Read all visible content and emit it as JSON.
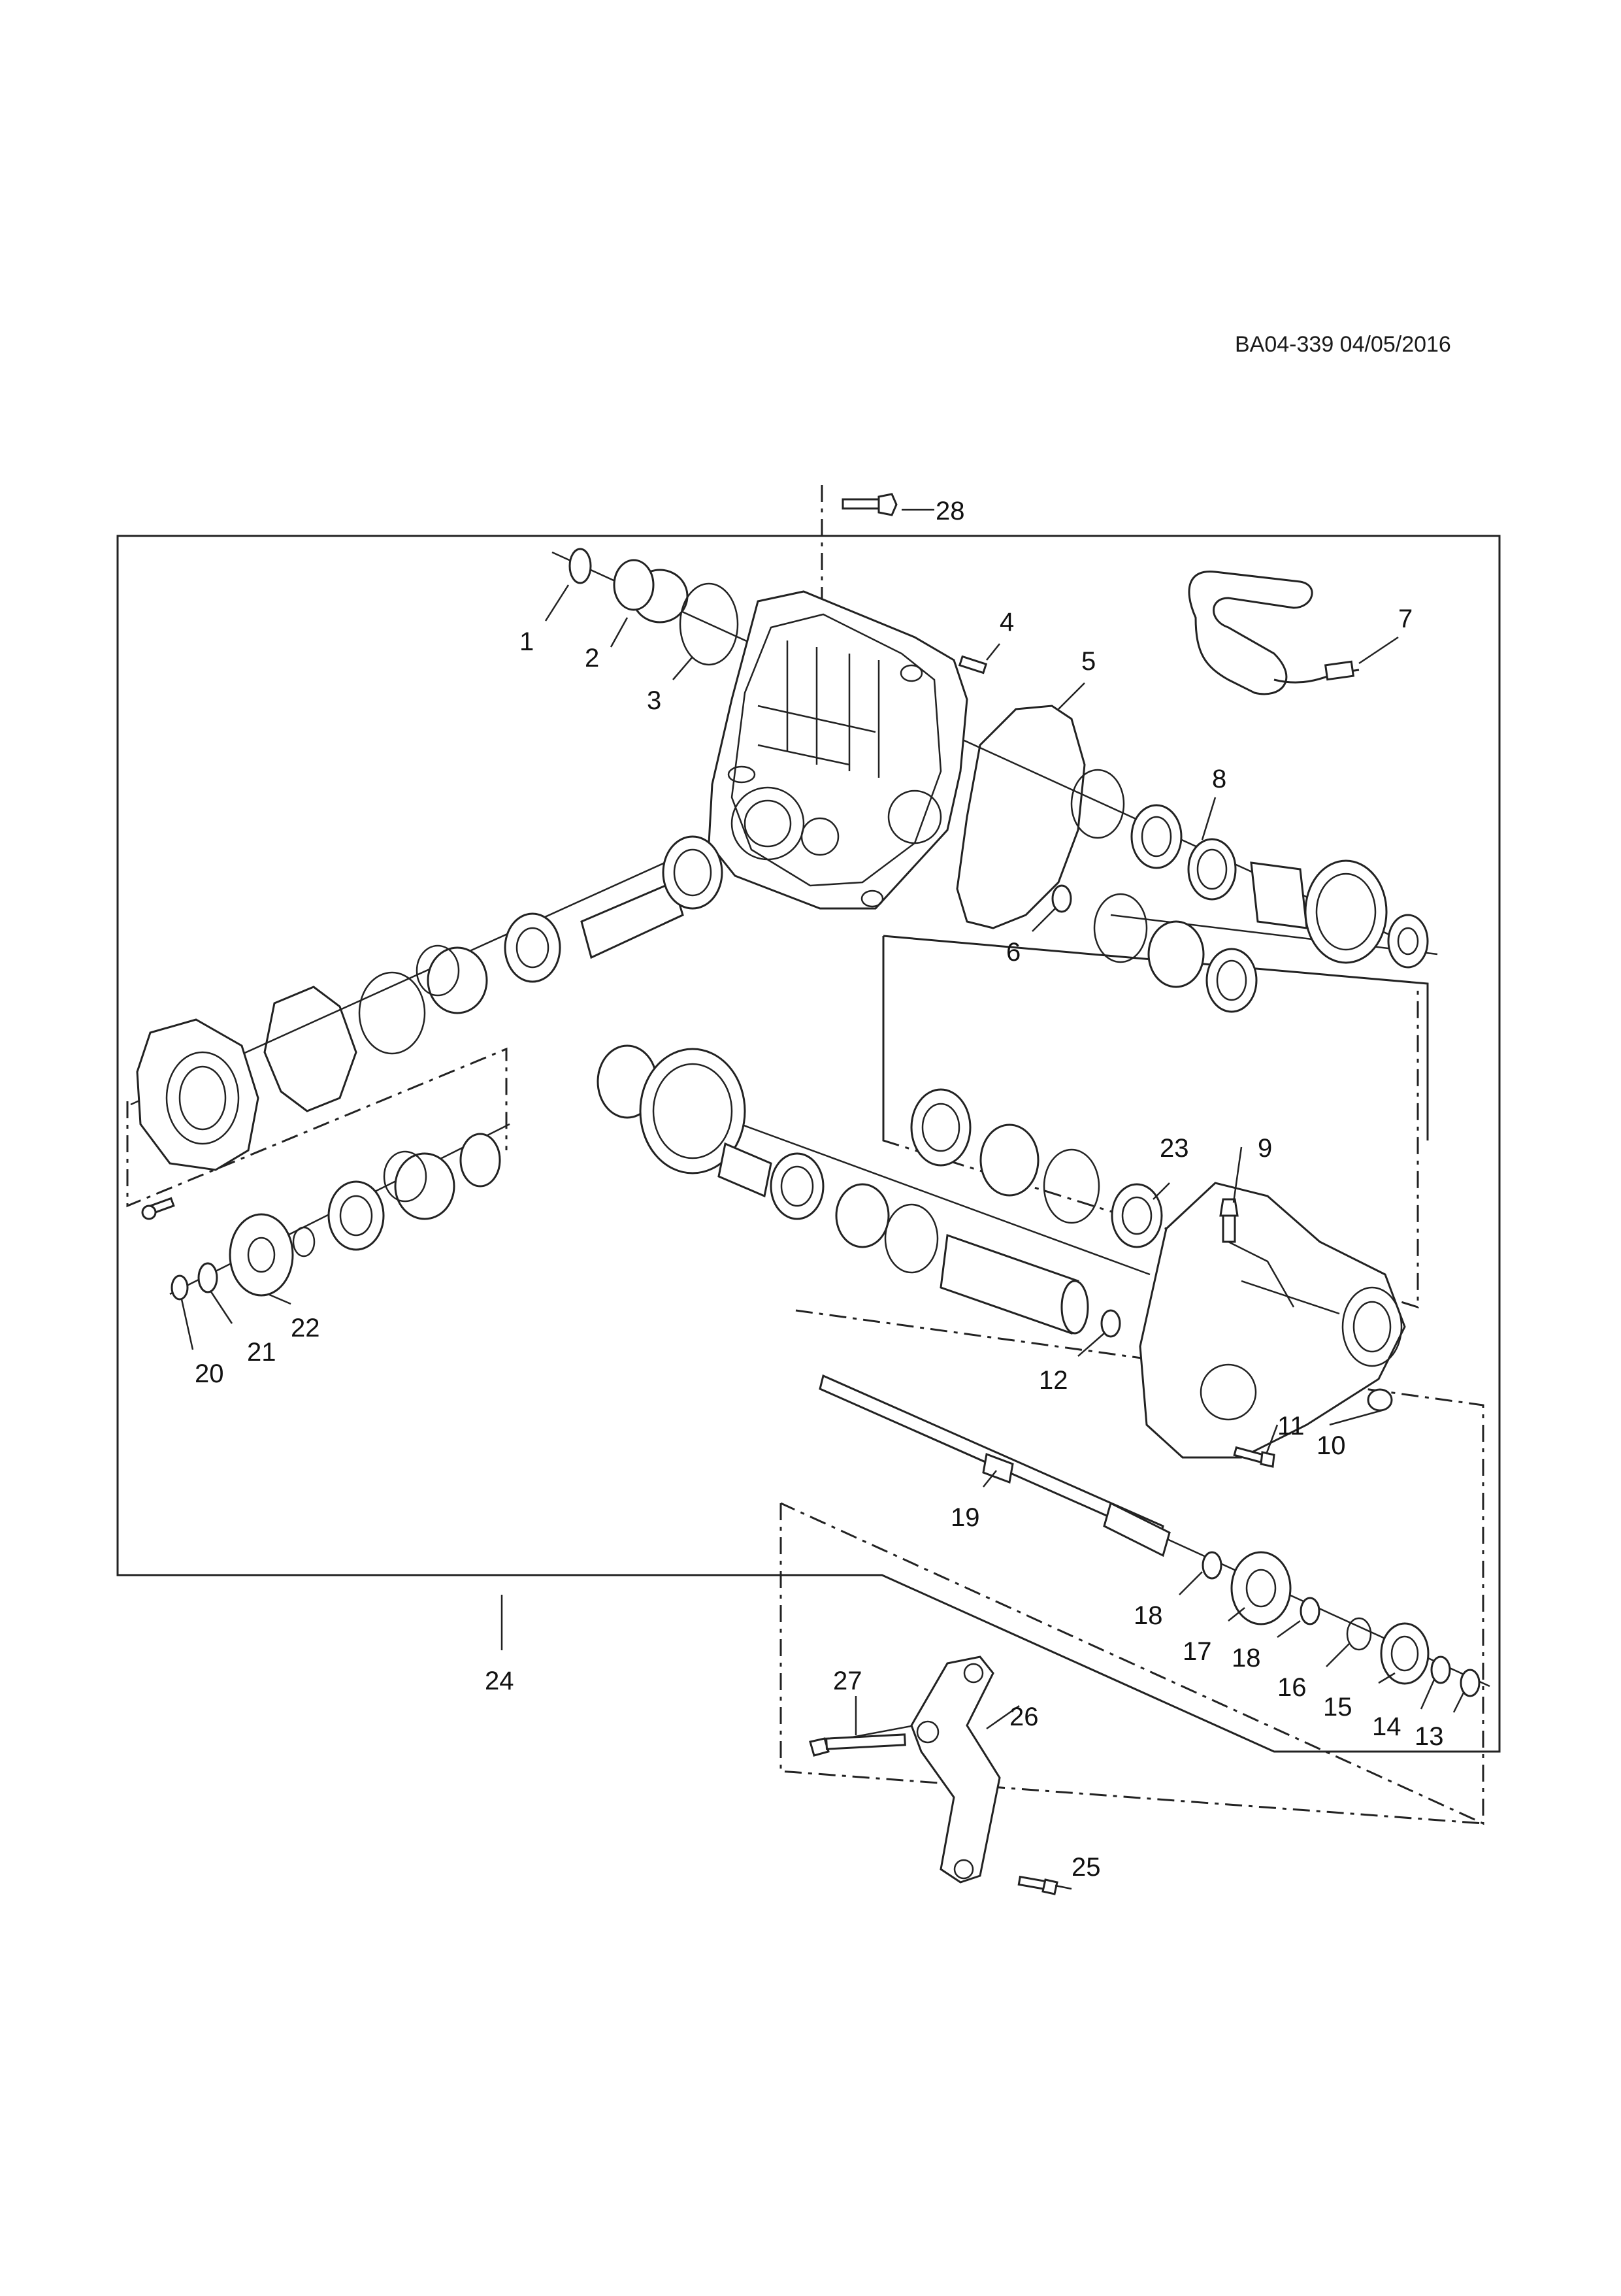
{
  "diagram": {
    "reference_code": "BA04-339 04/05/2016",
    "callouts": [
      "1",
      "2",
      "3",
      "4",
      "5",
      "6",
      "7",
      "8",
      "9",
      "10",
      "11",
      "12",
      "13",
      "14",
      "15",
      "16",
      "17",
      "18",
      "18",
      "19",
      "20",
      "21",
      "22",
      "23",
      "24",
      "25",
      "26",
      "27",
      "28"
    ]
  }
}
